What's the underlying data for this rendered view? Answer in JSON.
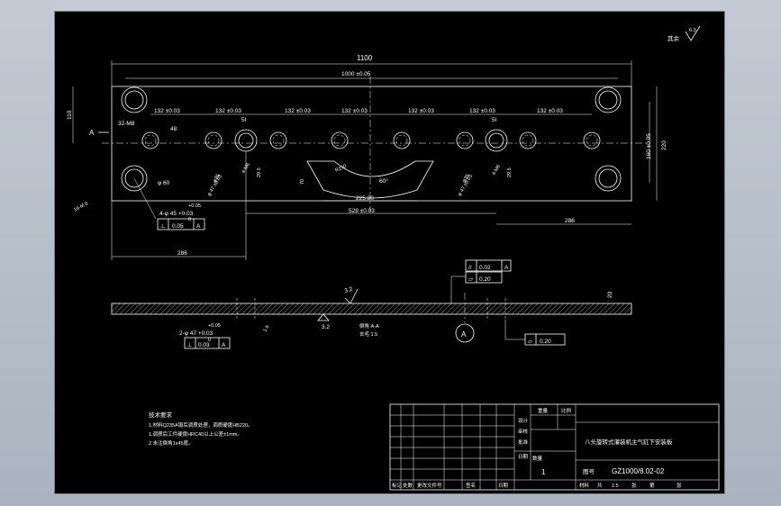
{
  "drawing": {
    "roughness_label": "其余",
    "roughness_value": "6.3",
    "dims": {
      "overall_length": "1100",
      "hole_spacing": "1000 ±0.05",
      "left_height": "110",
      "right_height": "220",
      "right_inner": "160 ±0.05",
      "datum_a_left": "A",
      "thread_top": "32-M8",
      "pcd_48": "48",
      "pitch_1": "132 ±0.03",
      "pitch_2": "132 ±0.03",
      "pitch_3": "132 ±0.03",
      "pitch_4": "132 ±0.03",
      "pitch_5": "132 ±0.03",
      "pitch_6": "132 ±0.03",
      "pitch_7": "132 ±0.03",
      "small_5l": "5l",
      "small_5r": "5l",
      "left_phi": "φ35",
      "left_hole_diam": "4-M6",
      "left_29_5": "29.5",
      "left_pcd": "φ 47 ±0.03",
      "right_phi": "φ35",
      "right_hole_diam": "4-M6",
      "right_29_5": "29.5",
      "right_pcd": "φ 47 ±0.03",
      "radius_label": "R250",
      "dim_70": "70",
      "angle_60": "60°",
      "dim_225": "225.80",
      "dim_528": "528 ±0.03",
      "dim_286_right": "286",
      "dim_286_left": "286",
      "corner_thread": "16-M 6",
      "corner_phi": "φ 60",
      "bore_tol_plus": "+0.05",
      "bore_spec": "4-φ 45 +0.03",
      "bore_tol_minus": "0",
      "gdt_perp_1": "⊥",
      "gdt_perp_1_val": "0.05",
      "gdt_perp_1_ref": "A"
    },
    "section": {
      "gdt_par": "//",
      "gdt_par_val": "0.02",
      "gdt_par_ref": "A",
      "gdt_flat": "▱",
      "gdt_flat_val": "0.20",
      "rough_top": "3.2",
      "rough_bottom": "3.2",
      "thickness": "20",
      "note_1": "倒角 A-A",
      "note_2": "去毛 1.5",
      "datum_circle": "A",
      "bore_tol_plus": "+0.05",
      "bore_spec": "2-φ 47 +0.03",
      "bore_tol_minus": "0",
      "gdt_perp_2": "⊥",
      "gdt_perp_2_val": "0.03",
      "gdt_perp_2_ref": "A",
      "rough_side": "1.6",
      "gdt_flat_2": "▱",
      "gdt_flat_2_val": "0.20"
    },
    "notes": {
      "title": "技术要求",
      "line_1": "1.材料Q235A锻后调质处理，调质硬度HB220。",
      "line_2": "1.调质后工件硬度HRC40以上公差±1mm。",
      "line_3": "2.未注倒角1x45度。"
    },
    "title_block": {
      "part_name": "八头旋转式灌装机主气缸下安装板",
      "drawing_no_label": "图号",
      "drawing_no": "GZ1000/8.02-02",
      "qty_label": "数量",
      "qty": "1",
      "weight_label": "重量",
      "scale_label": "比例",
      "material_label": "材料",
      "designer": "设计",
      "checker": "审核",
      "approver": "批准",
      "date_label": "日期",
      "sheet_label": "共",
      "sheet_of": "张",
      "sheet_num": "第",
      "sheet_num_of": "张",
      "scale_value": "1:5",
      "bottom_1": "标记",
      "bottom_2": "处数",
      "bottom_3": "更改文件号",
      "bottom_4": "签名",
      "bottom_5": "日期"
    }
  }
}
